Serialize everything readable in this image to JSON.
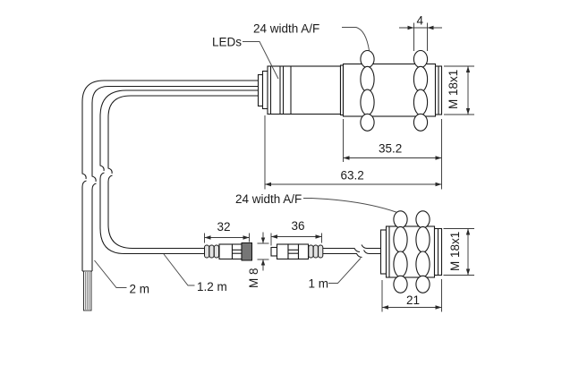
{
  "figure_top": {
    "leds_label": "LEDs",
    "width_af_label": "24 width A/F",
    "dim_nut_width": "4",
    "dim_thread": "M 18x1",
    "dim_thread_length": "35.2",
    "dim_total_length": "63.2",
    "cable_length": "2 m"
  },
  "figure_bottom": {
    "width_af_label": "24 width A/F",
    "dim_female_connector": "32",
    "dim_male_connector": "36",
    "dim_connector_thread": "M 8",
    "dim_thread": "M 18x1",
    "dim_head_length": "21",
    "cable_amplifier_side": "1.2 m",
    "cable_sensor_side": "1 m"
  }
}
